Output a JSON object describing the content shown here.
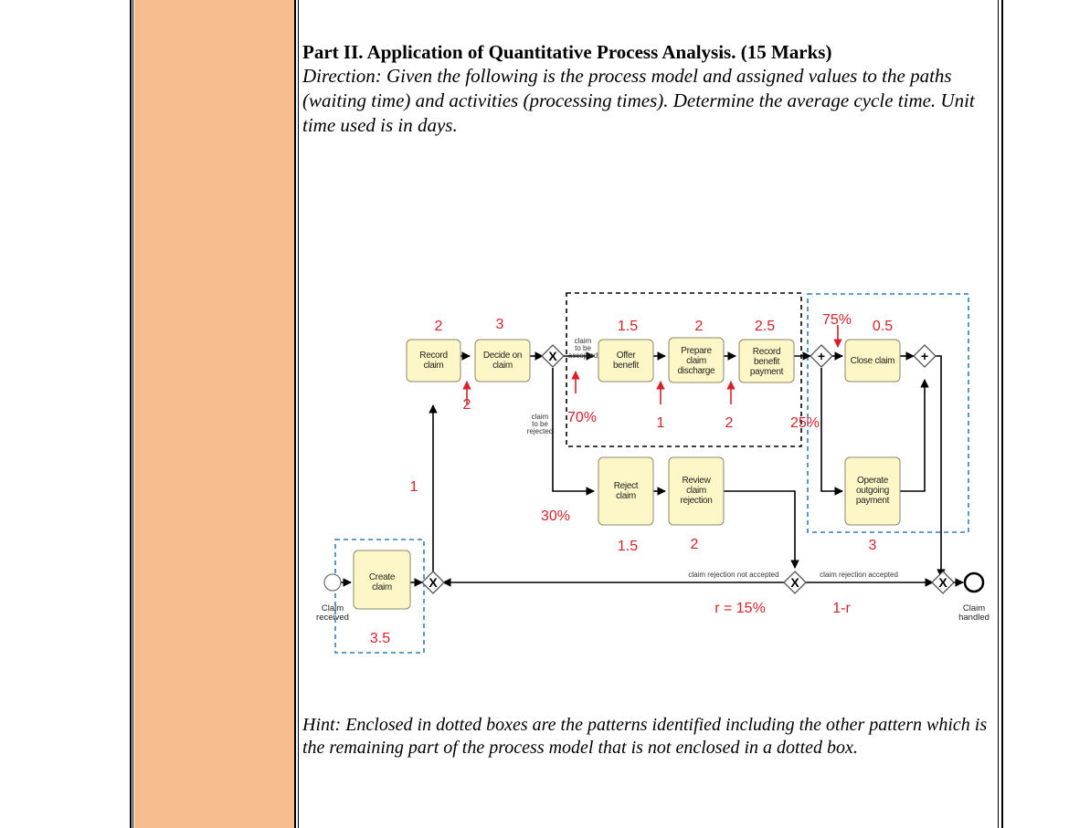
{
  "heading": "Part II. Application of Quantitative Process Analysis. (15 Marks)",
  "direction": "Direction:  Given the  following is the process model and assigned values to the paths (waiting time) and activities (processing times). Determine the average cycle time. Unit time used is in days.",
  "hint": "Hint:  Enclosed in dotted boxes are the patterns identified including the other pattern which is the remaining part of the process model that is not enclosed in a dotted box.",
  "diagram": {
    "tasks": {
      "create_claim": [
        "Create",
        "claim"
      ],
      "record_claim": [
        "Record",
        "claim"
      ],
      "decide_claim": [
        "Decide on",
        "claim"
      ],
      "offer_benefit": [
        "Offer",
        "benefit"
      ],
      "prepare_discharge": [
        "Prepare",
        "claim",
        "discharge"
      ],
      "record_payment": [
        "Record",
        "benefit",
        "payment"
      ],
      "reject_claim": [
        "Reject",
        "claim"
      ],
      "review_rejection": [
        "Review",
        "claim",
        "rejection"
      ],
      "close_claim": [
        "Close claim"
      ],
      "operate_payment": [
        "Operate",
        "outgoing",
        "payment"
      ]
    },
    "events": {
      "start": [
        "Claim",
        "received"
      ],
      "end": [
        "Claim",
        "handled"
      ]
    },
    "flow_labels": {
      "accepted": [
        "claim",
        "to be",
        "accepted"
      ],
      "rejected": [
        "claim",
        "to be",
        "rejected"
      ],
      "rejection_not_accepted": "claim rejection not accepted",
      "rejection_accepted": "claim rejection accepted"
    },
    "values": {
      "record_claim": "2",
      "decide_claim": "3",
      "offer_benefit": "1.5",
      "prepare_discharge": "2",
      "record_payment": "2.5",
      "wait_record_decide": "2",
      "wait_offer_prepare": "1",
      "wait_prepare_record": "2",
      "prob_accept": "70%",
      "prob_reject": "30%",
      "loop_wait": "1",
      "reject_claim": "1.5",
      "review_rejection": "2",
      "create_claim": "3.5",
      "rework_prob": "r = 15%",
      "exit_prob": "1-r",
      "prob_75": "75%",
      "close_claim": "0.5",
      "prob_25": "25%",
      "operate_payment": "3"
    }
  }
}
